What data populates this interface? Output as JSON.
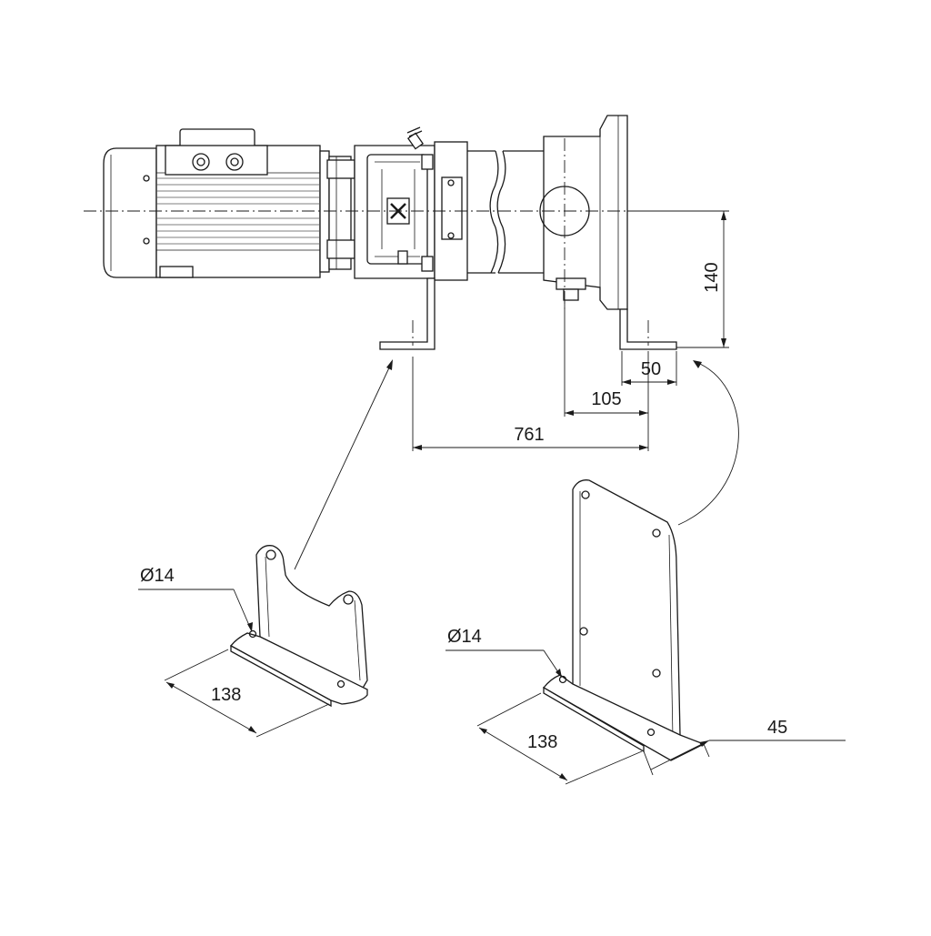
{
  "dimensions": {
    "height_140": "140",
    "spacing_50": "50",
    "spacing_105": "105",
    "overall_761": "761",
    "hole_small_bracket": "Ø14",
    "width_small_bracket": "138",
    "hole_large_bracket": "Ø14",
    "width_large_bracket": "138",
    "depth_large_bracket": "45"
  },
  "icons": {
    "logo": "grundfos-x-logo"
  }
}
